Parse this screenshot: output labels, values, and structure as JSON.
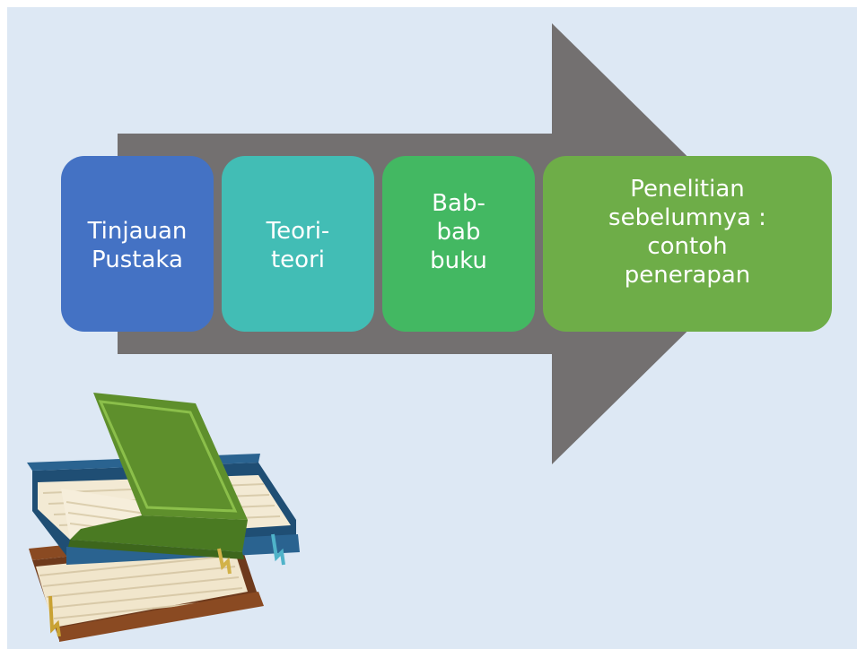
{
  "diagram": {
    "colors": {
      "background": "#dde8f4",
      "arrow": "#737070",
      "step_1": "#4472c4",
      "step_2": "#42bdb5",
      "step_3": "#43b862",
      "step_4": "#6ead48"
    },
    "steps": [
      {
        "label": "Tinjauan\nPustaka"
      },
      {
        "label": "Teori-\nteori"
      },
      {
        "label": "Bab-\nbab\nbuku"
      },
      {
        "label": "Penelitian\nsebelumnya :\ncontoh\npenerapan"
      }
    ],
    "illustration": "stack-of-books-icon"
  }
}
